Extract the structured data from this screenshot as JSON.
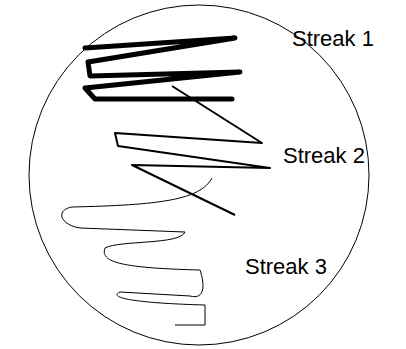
{
  "diagram": {
    "labels": [
      "Streak 1",
      "Streak 2",
      "Streak 3"
    ]
  }
}
